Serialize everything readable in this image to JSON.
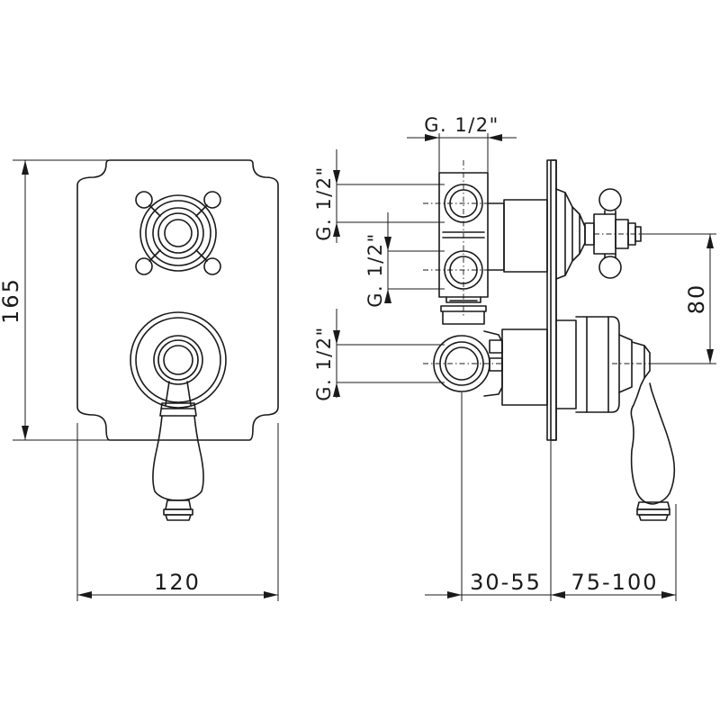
{
  "front_view": {
    "dim_height": "165",
    "dim_width": "120"
  },
  "side_view": {
    "dim_top_thread": "G. 1/2\"",
    "dim_left_thread_1": "G. 1/2\"",
    "dim_left_thread_2": "G. 1/2\"",
    "dim_left_thread_3": "G. 1/2\"",
    "dim_handle_spacing": "80",
    "dim_wall_depth": "30-55",
    "dim_projection": "75-100"
  }
}
